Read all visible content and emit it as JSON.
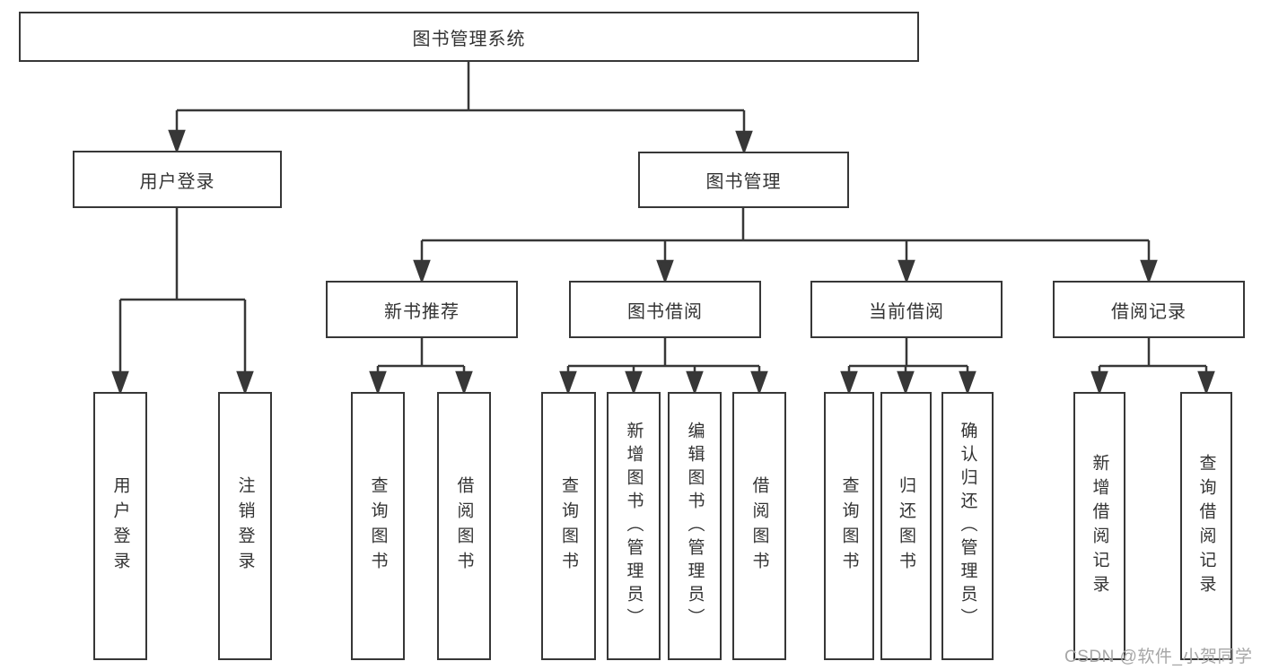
{
  "diagram": {
    "background": "#ffffff",
    "line_color": "#373737",
    "text_color": "#333333"
  },
  "tree": {
    "root": {
      "label": "图书管理系统"
    },
    "branches": [
      {
        "label": "用户登录",
        "children": [
          {
            "label": "用户登录"
          },
          {
            "label": "注销登录"
          }
        ]
      },
      {
        "label": "图书管理",
        "sections": [
          {
            "label": "新书推荐",
            "children": [
              {
                "label": "查询图书"
              },
              {
                "label": "借阅图书"
              }
            ]
          },
          {
            "label": "图书借阅",
            "children": [
              {
                "label": "查询图书"
              },
              {
                "label": "新增图书（管理员）"
              },
              {
                "label": "编辑图书（管理员）"
              },
              {
                "label": "借阅图书"
              }
            ]
          },
          {
            "label": "当前借阅",
            "children": [
              {
                "label": "查询图书"
              },
              {
                "label": "归还图书"
              },
              {
                "label": "确认归还（管理员）"
              }
            ]
          },
          {
            "label": "借阅记录",
            "children": [
              {
                "label": "新增借阅记录"
              },
              {
                "label": "查询借阅记录"
              }
            ]
          }
        ]
      }
    ]
  },
  "watermark": {
    "text": "CSDN @软件_小贺同学",
    "color": "#a6a6a6"
  }
}
